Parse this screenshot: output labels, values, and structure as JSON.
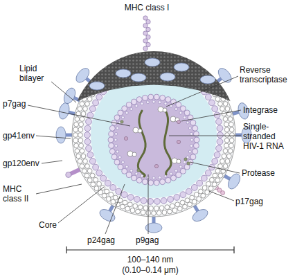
{
  "diagram": {
    "labels": [
      "MHC class I",
      "Lipid bilayer",
      "p7gag",
      "gp41env",
      "gp120env",
      "MHC class II",
      "Core",
      "p24gag",
      "p9gag",
      "p17gag",
      "Protease",
      "Single-stranded HIV-1 RNA",
      "Integrase",
      "Reverse transcriptase",
      "100–140 nm",
      "(0.10–0.14 μm)"
    ]
  }
}
